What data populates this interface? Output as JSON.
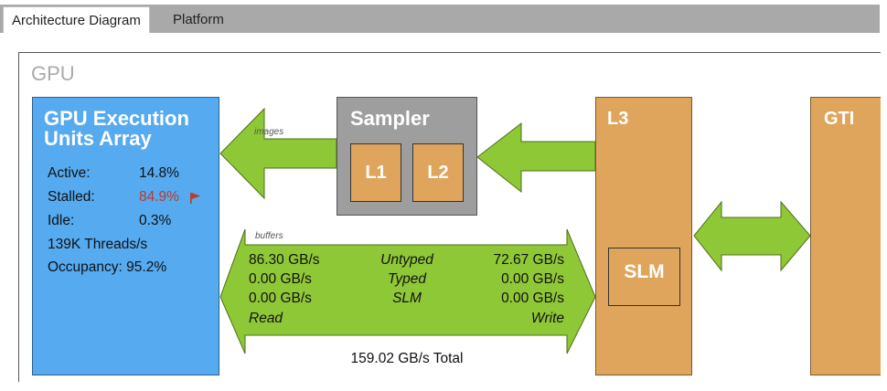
{
  "tabs": [
    "Architecture Diagram",
    "Platform"
  ],
  "panel_title": "GPU",
  "eu": {
    "title": "GPU Execution Units Array",
    "rows": [
      {
        "label": "Active:",
        "value": "14.8%"
      },
      {
        "label": "Stalled:",
        "value": "84.9%"
      },
      {
        "label": "Idle:",
        "value": "0.3%"
      }
    ],
    "threads": "139K Threads/s",
    "occupancy": "Occupancy: 95.2%"
  },
  "sampler": {
    "title": "Sampler",
    "l1": "L1",
    "l2": "L2"
  },
  "l3": {
    "title": "L3",
    "slm": "SLM"
  },
  "gti": {
    "title": "GTI"
  },
  "images_label": "images",
  "buffers": {
    "label": "buffers",
    "read": [
      "86.30 GB/s",
      "0.00 GB/s",
      "0.00 GB/s"
    ],
    "types": [
      "Untyped",
      "Typed",
      "SLM"
    ],
    "write": [
      "72.67 GB/s",
      "0.00 GB/s",
      "0.00 GB/s"
    ],
    "read_label": "Read",
    "write_label": "Write",
    "total": "159.02 GB/s Total"
  },
  "colors": {
    "arrow": "#8fc837",
    "eu": "#55aaf0",
    "cache": "#e0a55c",
    "sampler": "#9e9e9e",
    "warn": "#c0392b"
  }
}
